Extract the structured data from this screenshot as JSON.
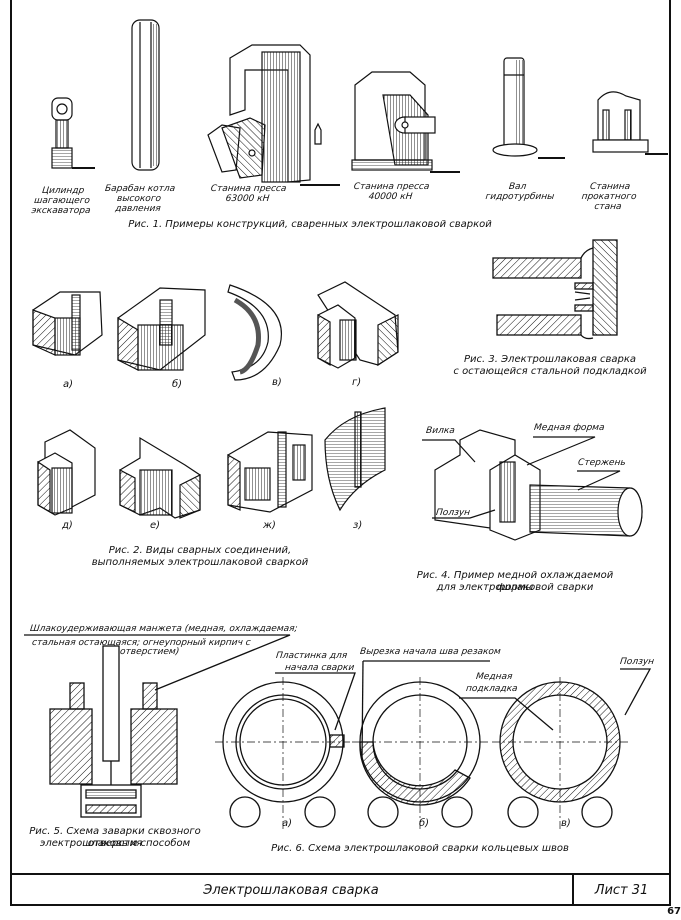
{
  "fig1": {
    "items": [
      {
        "label": "Цилиндр шагающего экскаватора"
      },
      {
        "label": "Барабан котла высокого давления"
      },
      {
        "label": "Станина пресса 63000 кН"
      },
      {
        "label": "Станина пресса 40000 кН"
      },
      {
        "label": "Вал гидротурбины"
      },
      {
        "label": "Станина прокатного стана"
      }
    ],
    "caption": "Рис. 1. Примеры конструкций, сваренных электрошлаковой сваркой"
  },
  "fig2": {
    "variants": [
      "а)",
      "б)",
      "в)",
      "г)",
      "д)",
      "е)",
      "ж)",
      "з)"
    ],
    "caption_line1": "Рис. 2. Виды сварных соединений,",
    "caption_line2": "выполняемых электрошлаковой сваркой"
  },
  "fig3": {
    "caption_line1": "Рис. 3. Электрошлаковая сварка",
    "caption_line2": "с остающейся стальной подкладкой"
  },
  "fig4": {
    "labels": {
      "fork": "Вилка",
      "copper_form": "Медная форма",
      "rod": "Стержень",
      "slider": "Ползун"
    },
    "caption_line1": "Рис. 4. Пример медной охлаждаемой формы",
    "caption_line2": "для электрошлаковой сварки"
  },
  "fig5": {
    "label_line1": "Шлакоудерживающая манжета (медная, охлаждаемая;",
    "label_line2": "стальная остающаяся; огнеупорный кирпич с",
    "label_line3": "отверстием)",
    "caption_line1": "Рис. 5. Схема заварки сквозного отверстия",
    "caption_line2": "электрошлаковым способом"
  },
  "fig6": {
    "labels": {
      "start_plate_1": "Пластинка для",
      "start_plate_2": "начала сварки",
      "seam_cut": "Вырезка начала шва резаком",
      "copper_backing_1": "Медная",
      "copper_backing_2": "подкладка",
      "slider": "Ползун"
    },
    "variants": [
      "а)",
      "б)",
      "в)"
    ],
    "caption": "Рис. 6. Схема электрошлаковой сварки кольцевых швов"
  },
  "title_block": {
    "name": "Электрошлаковая сварка",
    "sheet": "Лист 31"
  },
  "page_number": "67"
}
